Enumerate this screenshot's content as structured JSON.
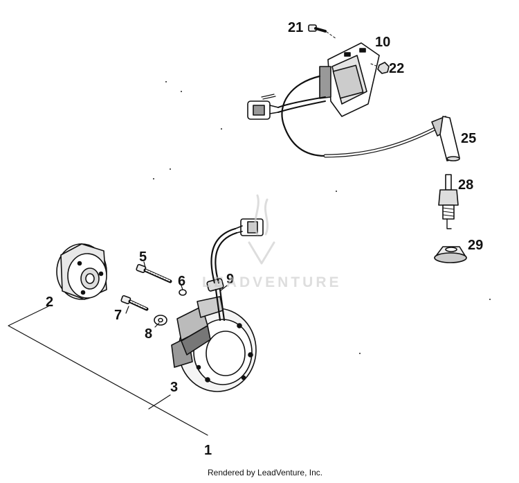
{
  "callouts": {
    "c1": "1",
    "c2": "2",
    "c3": "3",
    "c5": "5",
    "c6": "6",
    "c7": "7",
    "c8": "8",
    "c9": "9",
    "c10": "10",
    "c21": "21",
    "c22": "22",
    "c25": "25",
    "c28": "28",
    "c29": "29"
  },
  "watermark": "LEADVENTURE",
  "footer": "Rendered by LeadVenture, Inc."
}
